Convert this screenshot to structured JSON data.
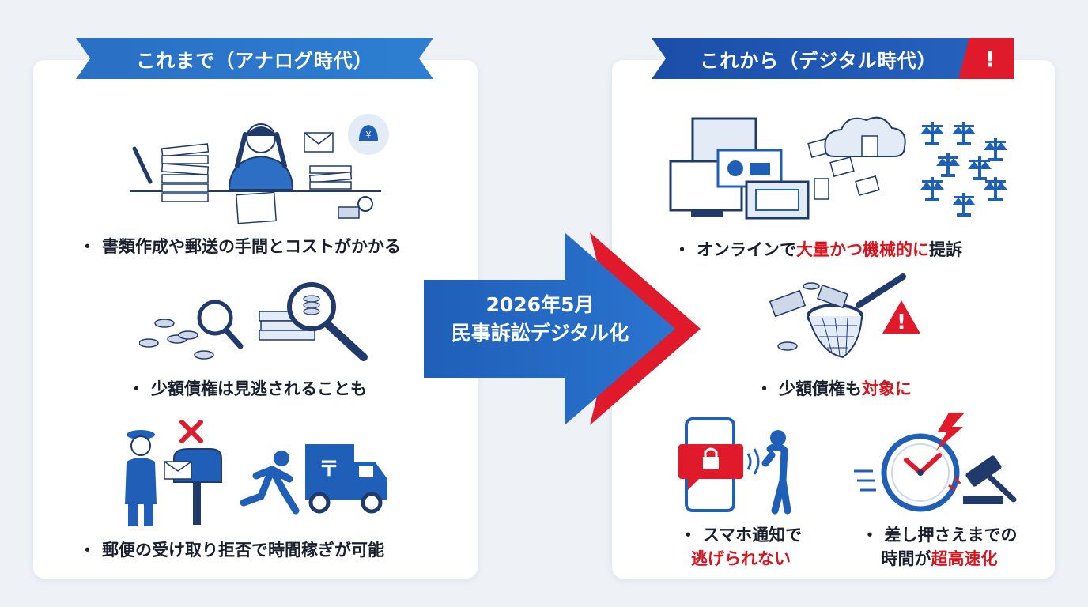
{
  "left": {
    "banner": "これまで（アナログ時代）",
    "items": [
      {
        "text": "書類作成や郵送の手間とコストがかかる"
      },
      {
        "text": "少額債権は見逃されることも"
      },
      {
        "text": "郵便の受け取り拒否で時間稼ぎが可能"
      }
    ]
  },
  "right": {
    "banner": "これから（デジタル時代）",
    "alert": "!",
    "item1": {
      "pre": "オンラインで",
      "em": "大量かつ機械的に",
      "post": "提訴"
    },
    "item2": {
      "pre": "少額債権も",
      "em": "対象に"
    },
    "item3": {
      "line1": "スマホ通知で",
      "line2": "逃げられない"
    },
    "item4": {
      "line1": "差し押さえまでの",
      "line2pre": "時間が",
      "line2em": "超高速化"
    }
  },
  "center": {
    "line1": "2026年5月",
    "line2": "民事訴訟デジタル化"
  },
  "bullet": "・",
  "icons": {
    "left1": "stressed-person-paperwork-icon",
    "left2": "magnifier-coins-icon",
    "left3": "postman-refused-mailbox-icon",
    "right1": "computers-cloud-scales-icon",
    "right2": "net-catching-money-icon",
    "right3": "phone-lock-notification-icon",
    "right4": "clock-gavel-icon"
  },
  "colors": {
    "blue": "#1f5fb8",
    "red": "#d9141f"
  }
}
